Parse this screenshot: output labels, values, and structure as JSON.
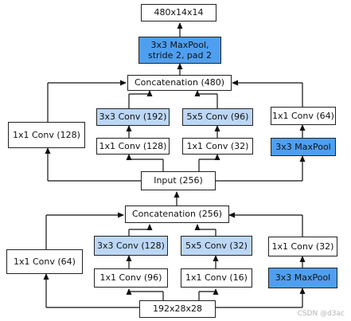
{
  "top": {
    "output": "480x14x14",
    "maxpool": "3x3 MaxPool, stride 2, pad 2",
    "concat": "Concatenation (480)",
    "branch1_conv": "1x1 Conv (128)",
    "branch2_conv3": "3x3 Conv (192)",
    "branch2_conv1": "1x1 Conv (128)",
    "branch3_conv5": "5x5 Conv (96)",
    "branch3_conv1": "1x1 Conv (32)",
    "branch4_conv": "1x1 Conv (64)",
    "branch4_pool": "3x3 MaxPool",
    "input": "Input (256)"
  },
  "bottom": {
    "concat": "Concatenation (256)",
    "branch1_conv": "1x1 Conv (64)",
    "branch2_conv3": "3x3 Conv (128)",
    "branch2_conv1": "1x1 Conv (96)",
    "branch3_conv5": "5x5 Conv (32)",
    "branch3_conv1": "1x1 Conv (16)",
    "branch4_conv": "1x1 Conv (32)",
    "branch4_pool": "3x3 MaxPool",
    "input": "192x28x28"
  },
  "watermark": "CSDN @d3ac",
  "colors": {
    "light_blue": "#bcd7f5",
    "blue": "#4f9ff0",
    "border": "#222222"
  }
}
